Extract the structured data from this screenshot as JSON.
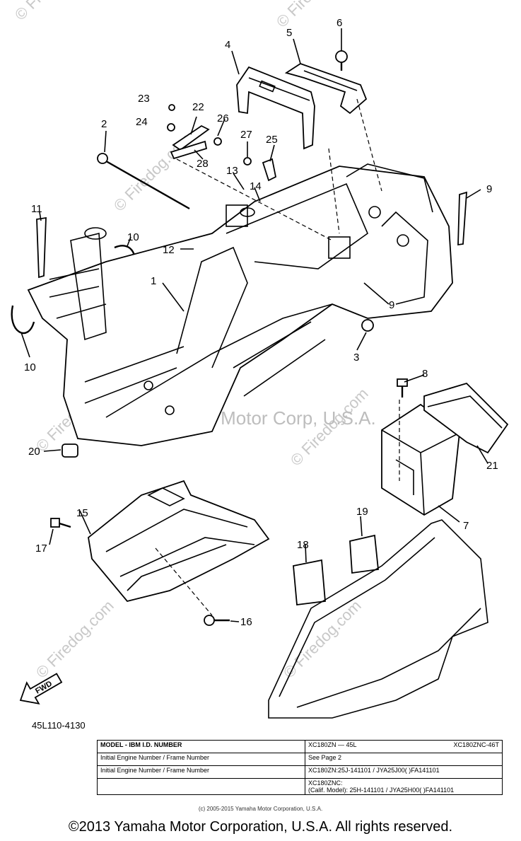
{
  "watermarks": {
    "site": "© Firedog.com",
    "center": "Yamaha Motor Corp, U.S.A."
  },
  "callouts": [
    "1",
    "2",
    "3",
    "4",
    "5",
    "6",
    "7",
    "8",
    "9",
    "9",
    "10",
    "10",
    "11",
    "12",
    "13",
    "14",
    "15",
    "16",
    "17",
    "18",
    "19",
    "20",
    "21",
    "22",
    "23",
    "24",
    "25",
    "26",
    "27",
    "28"
  ],
  "arrow_label": "FWD",
  "diagram_code": "45L110-4130",
  "table": {
    "row1": {
      "c1": "MODEL - IBM I.D. NUMBER",
      "c2": "XC180ZN — 45L",
      "c2b": "XC180ZNC-46T"
    },
    "row2": {
      "c1": "Initial Engine Number / Frame Number",
      "c2": "See Page 2"
    },
    "row3": {
      "c1": "Initial Engine Number / Frame Number",
      "c2": "XC180ZN:25J-141101 / JYA25J00( )FA141101"
    },
    "row4": {
      "c2a": "XC180ZNC:",
      "c2b": "(Calif. Model): 25H-141101 / JYA25H00( )FA141101"
    }
  },
  "tiny_copyright": "(c) 2005-2015 Yamaha Motor Corporation, U.S.A.",
  "footer": "©2013 Yamaha Motor Corporation, U.S.A. All rights reserved."
}
